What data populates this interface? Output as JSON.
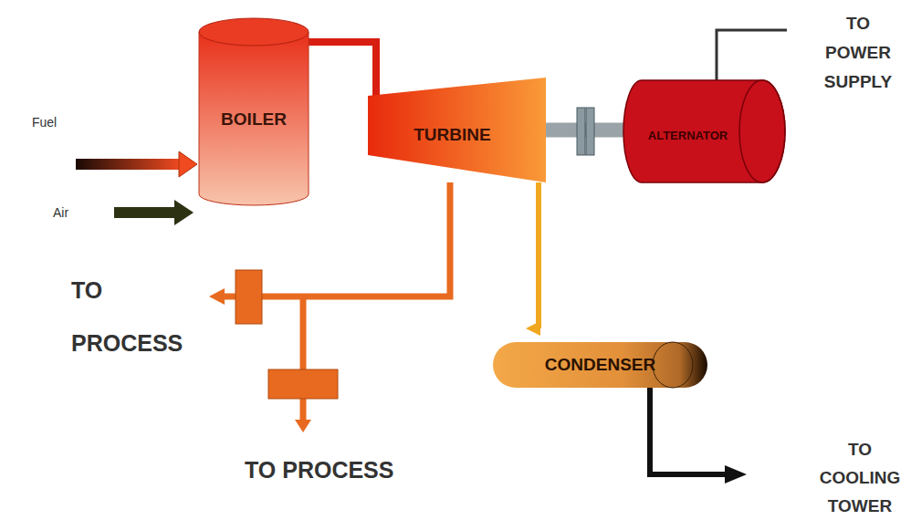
{
  "diagram": {
    "nodes": [
      {
        "text": [
          "BOILER"
        ]
      },
      {
        "text": [
          "TURBINE"
        ]
      },
      {
        "text": [
          "ALTERNATOR"
        ]
      },
      {
        "text": [
          "CONDENSER"
        ]
      }
    ],
    "edges": [
      {
        "from": 0,
        "to": 1,
        "arrow": "none"
      },
      {
        "from": 1,
        "to": 2,
        "arrow": "none"
      },
      {
        "from": 1,
        "to": 3,
        "arrow": "to"
      }
    ],
    "labels": [
      "Fuel",
      "Air",
      "TO PROCESS",
      "TO PROCESS",
      "TO POWER SUPPLY",
      "TO COOLING TOWER"
    ]
  }
}
